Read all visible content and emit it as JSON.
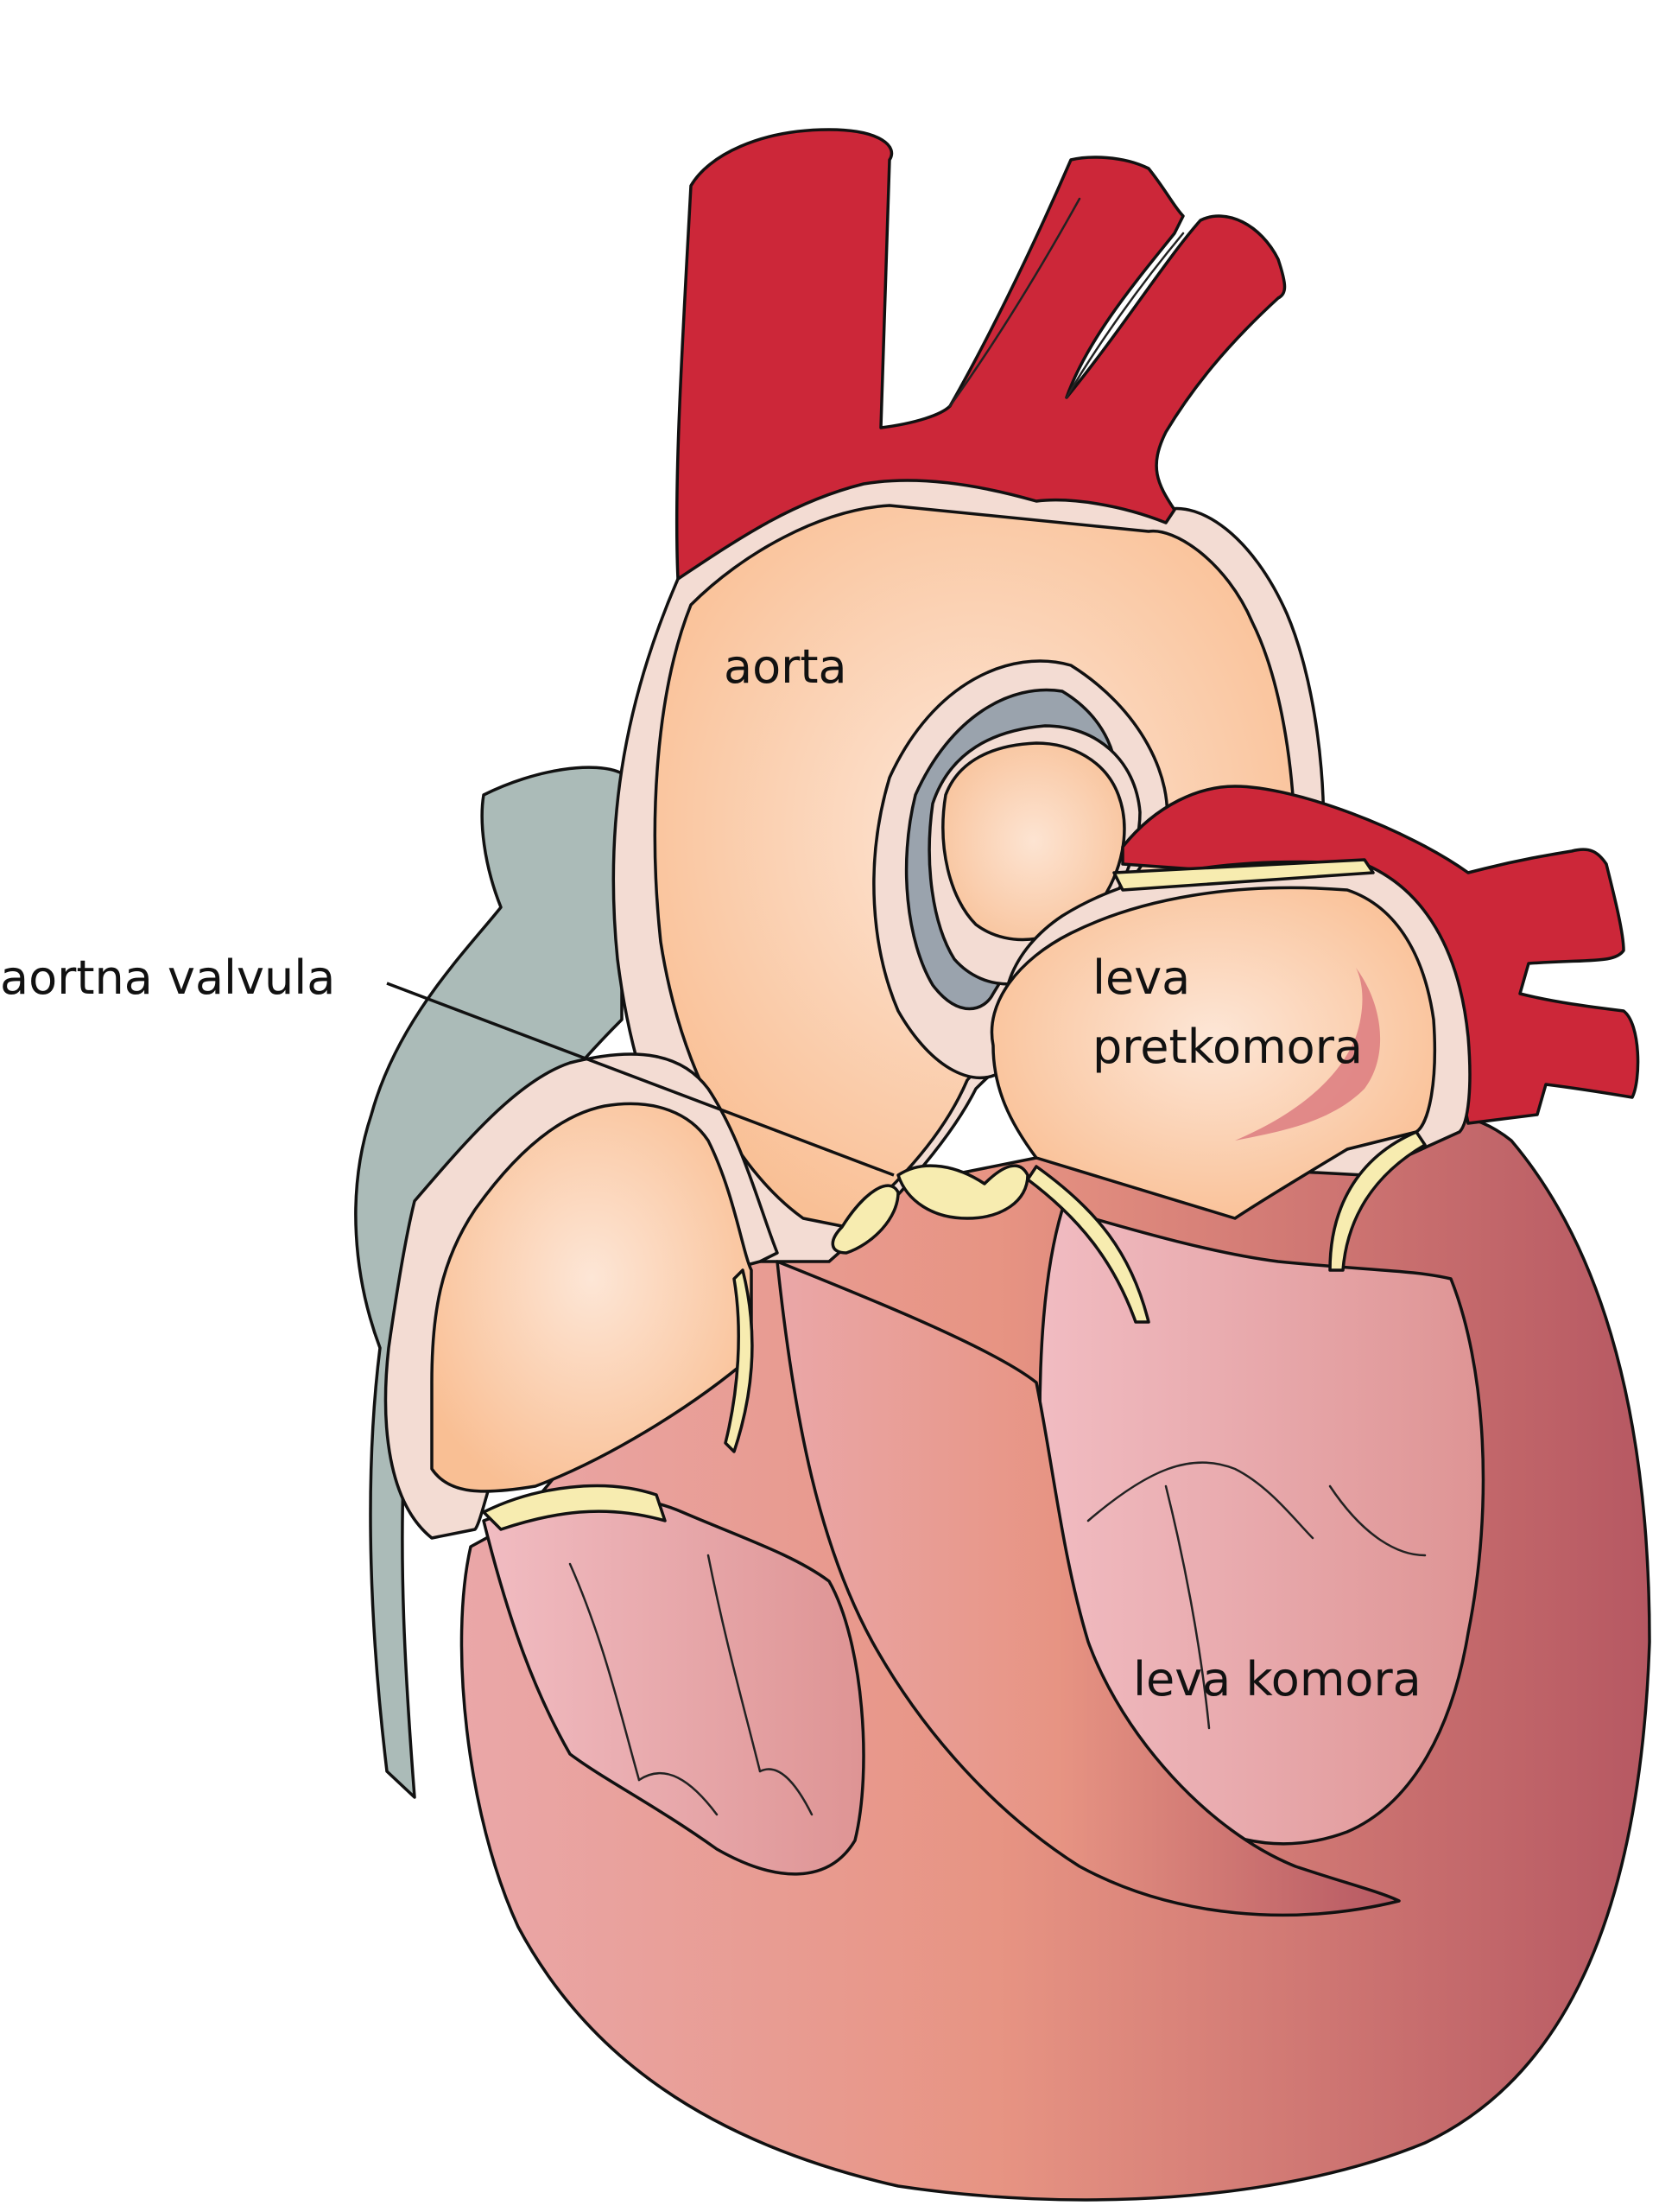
{
  "labels": {
    "aorta": "aorta",
    "aortic_valve": "aortna valvula",
    "left_atrium_line1": "leva",
    "left_atrium_line2": "pretkomora",
    "left_ventricle": "leva komora"
  },
  "colors": {
    "artery_red": "#cc2739",
    "vein_gray": "#abbbb8",
    "wall_light": "#f3dcd3",
    "chamber_peach": "#f8bf95",
    "muscle_pink": "#e8a5a3",
    "muscle_deep": "#b75a63",
    "valve_yellow": "#f7ecb0",
    "outline": "#111111"
  }
}
